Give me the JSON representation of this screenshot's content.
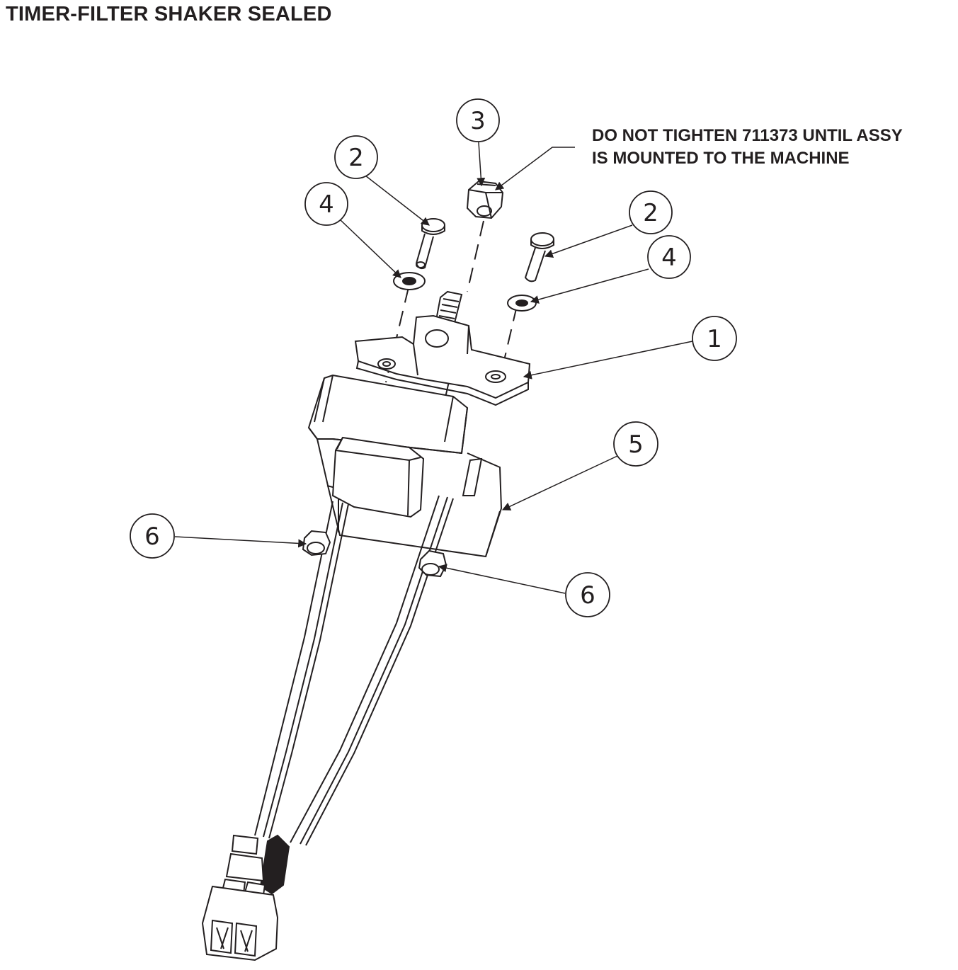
{
  "title": "TIMER-FILTER SHAKER SEALED",
  "note": {
    "line1": "DO NOT TIGHTEN 711373 UNTIL ASSY",
    "line2": "IS MOUNTED TO THE MACHINE"
  },
  "callouts": [
    {
      "id": "callout-2a",
      "label": "2"
    },
    {
      "id": "callout-3",
      "label": "3"
    },
    {
      "id": "callout-4a",
      "label": "4"
    },
    {
      "id": "callout-2b",
      "label": "2"
    },
    {
      "id": "callout-4b",
      "label": "4"
    },
    {
      "id": "callout-1",
      "label": "1"
    },
    {
      "id": "callout-5",
      "label": "5"
    },
    {
      "id": "callout-6a",
      "label": "6"
    },
    {
      "id": "callout-6b",
      "label": "6"
    }
  ],
  "colors": {
    "line": "#231f20",
    "background": "#ffffff"
  }
}
